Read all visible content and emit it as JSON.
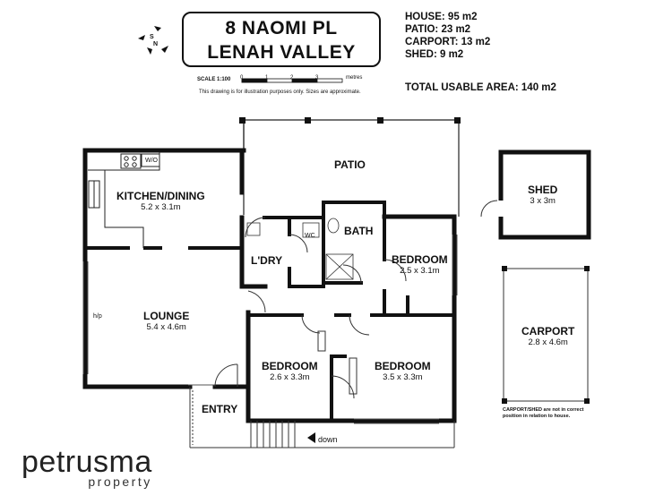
{
  "title": {
    "line1": "8 NAOMI PL",
    "line2": "LENAH VALLEY"
  },
  "areas": [
    "HOUSE: 95 m2",
    "PATIO: 23 m2",
    "CARPORT: 13 m2",
    "SHED: 9 m2"
  ],
  "total_area": "TOTAL USABLE AREA: 140 m2",
  "scale": {
    "label": "SCALE 1:100",
    "ticks": [
      "0",
      "1",
      "2",
      "3"
    ],
    "unit": "metres",
    "disclaimer": "This drawing is for illustration purposes only. Sizes are approximate."
  },
  "compass": {
    "letters": [
      "S",
      "N"
    ]
  },
  "rooms": {
    "kitchen": {
      "name": "KITCHEN/DINING",
      "size": "5.2 x 3.1m"
    },
    "patio": {
      "name": "PATIO"
    },
    "bath": {
      "name": "BATH"
    },
    "laundry": {
      "name": "L'DRY"
    },
    "bedroom1": {
      "name": "BEDROOM",
      "size": "2.5 x 3.1m"
    },
    "lounge": {
      "name": "LOUNGE",
      "size": "5.4 x 4.6m"
    },
    "bedroom2": {
      "name": "BEDROOM",
      "size": "2.6 x 3.3m"
    },
    "bedroom3": {
      "name": "BEDROOM",
      "size": "3.5 x 3.3m"
    },
    "entry": {
      "name": "ENTRY"
    },
    "shed": {
      "name": "SHED",
      "size": "3 x 3m"
    },
    "carport": {
      "name": "CARPORT",
      "size": "2.8 x 4.6m"
    }
  },
  "fixtures": {
    "wo": "W/O",
    "wc": "WC",
    "hp": "h/p",
    "down": "down"
  },
  "carport_note": "CARPORT/SHED are not in correct position in relation to house.",
  "brand": {
    "name": "petrusma",
    "sub": "property"
  }
}
